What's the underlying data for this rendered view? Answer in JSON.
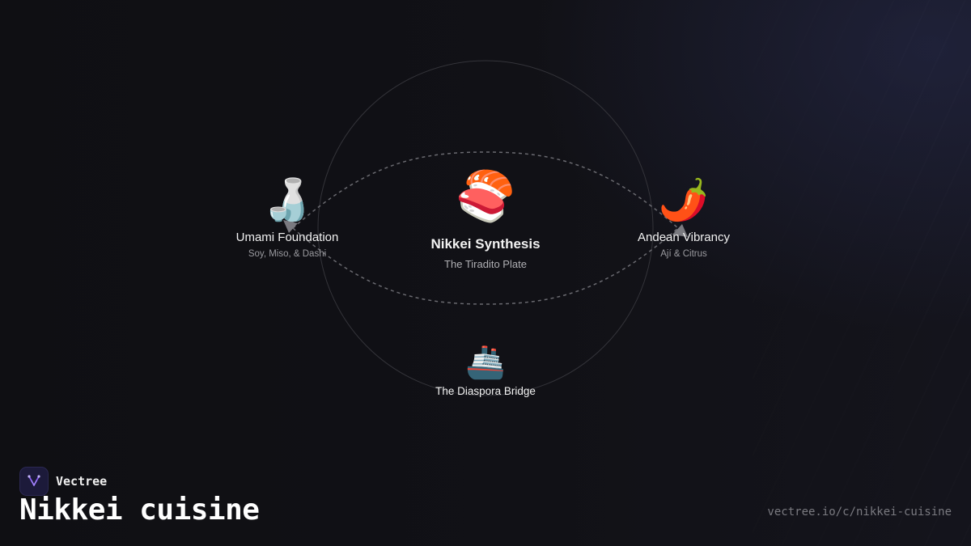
{
  "diagram": {
    "nodes": {
      "left": {
        "emoji": "🍶",
        "icon": "sake-bottle-icon",
        "title": "Umami Foundation",
        "subtitle": "Soy, Miso, & Dashi"
      },
      "center": {
        "emoji": "🍣",
        "icon": "sushi-icon",
        "title": "Nikkei Synthesis",
        "subtitle": "The Tiradito Plate"
      },
      "right": {
        "emoji": "🌶️",
        "icon": "chili-pepper-icon",
        "title": "Andean Vibrancy",
        "subtitle": "Ají & Citrus"
      },
      "bottom": {
        "emoji": "🚢",
        "icon": "ship-icon",
        "title": "The Diaspora Bridge"
      }
    },
    "colors": {
      "background": "#0e0e12",
      "circle": "#3a3a40",
      "connector": "#6a6a70"
    }
  },
  "footer": {
    "brand_name": "Vectree",
    "brand_color": "#8b5cf6",
    "title": "Nikkei cuisine",
    "url": "vectree.io/c/nikkei-cuisine"
  }
}
